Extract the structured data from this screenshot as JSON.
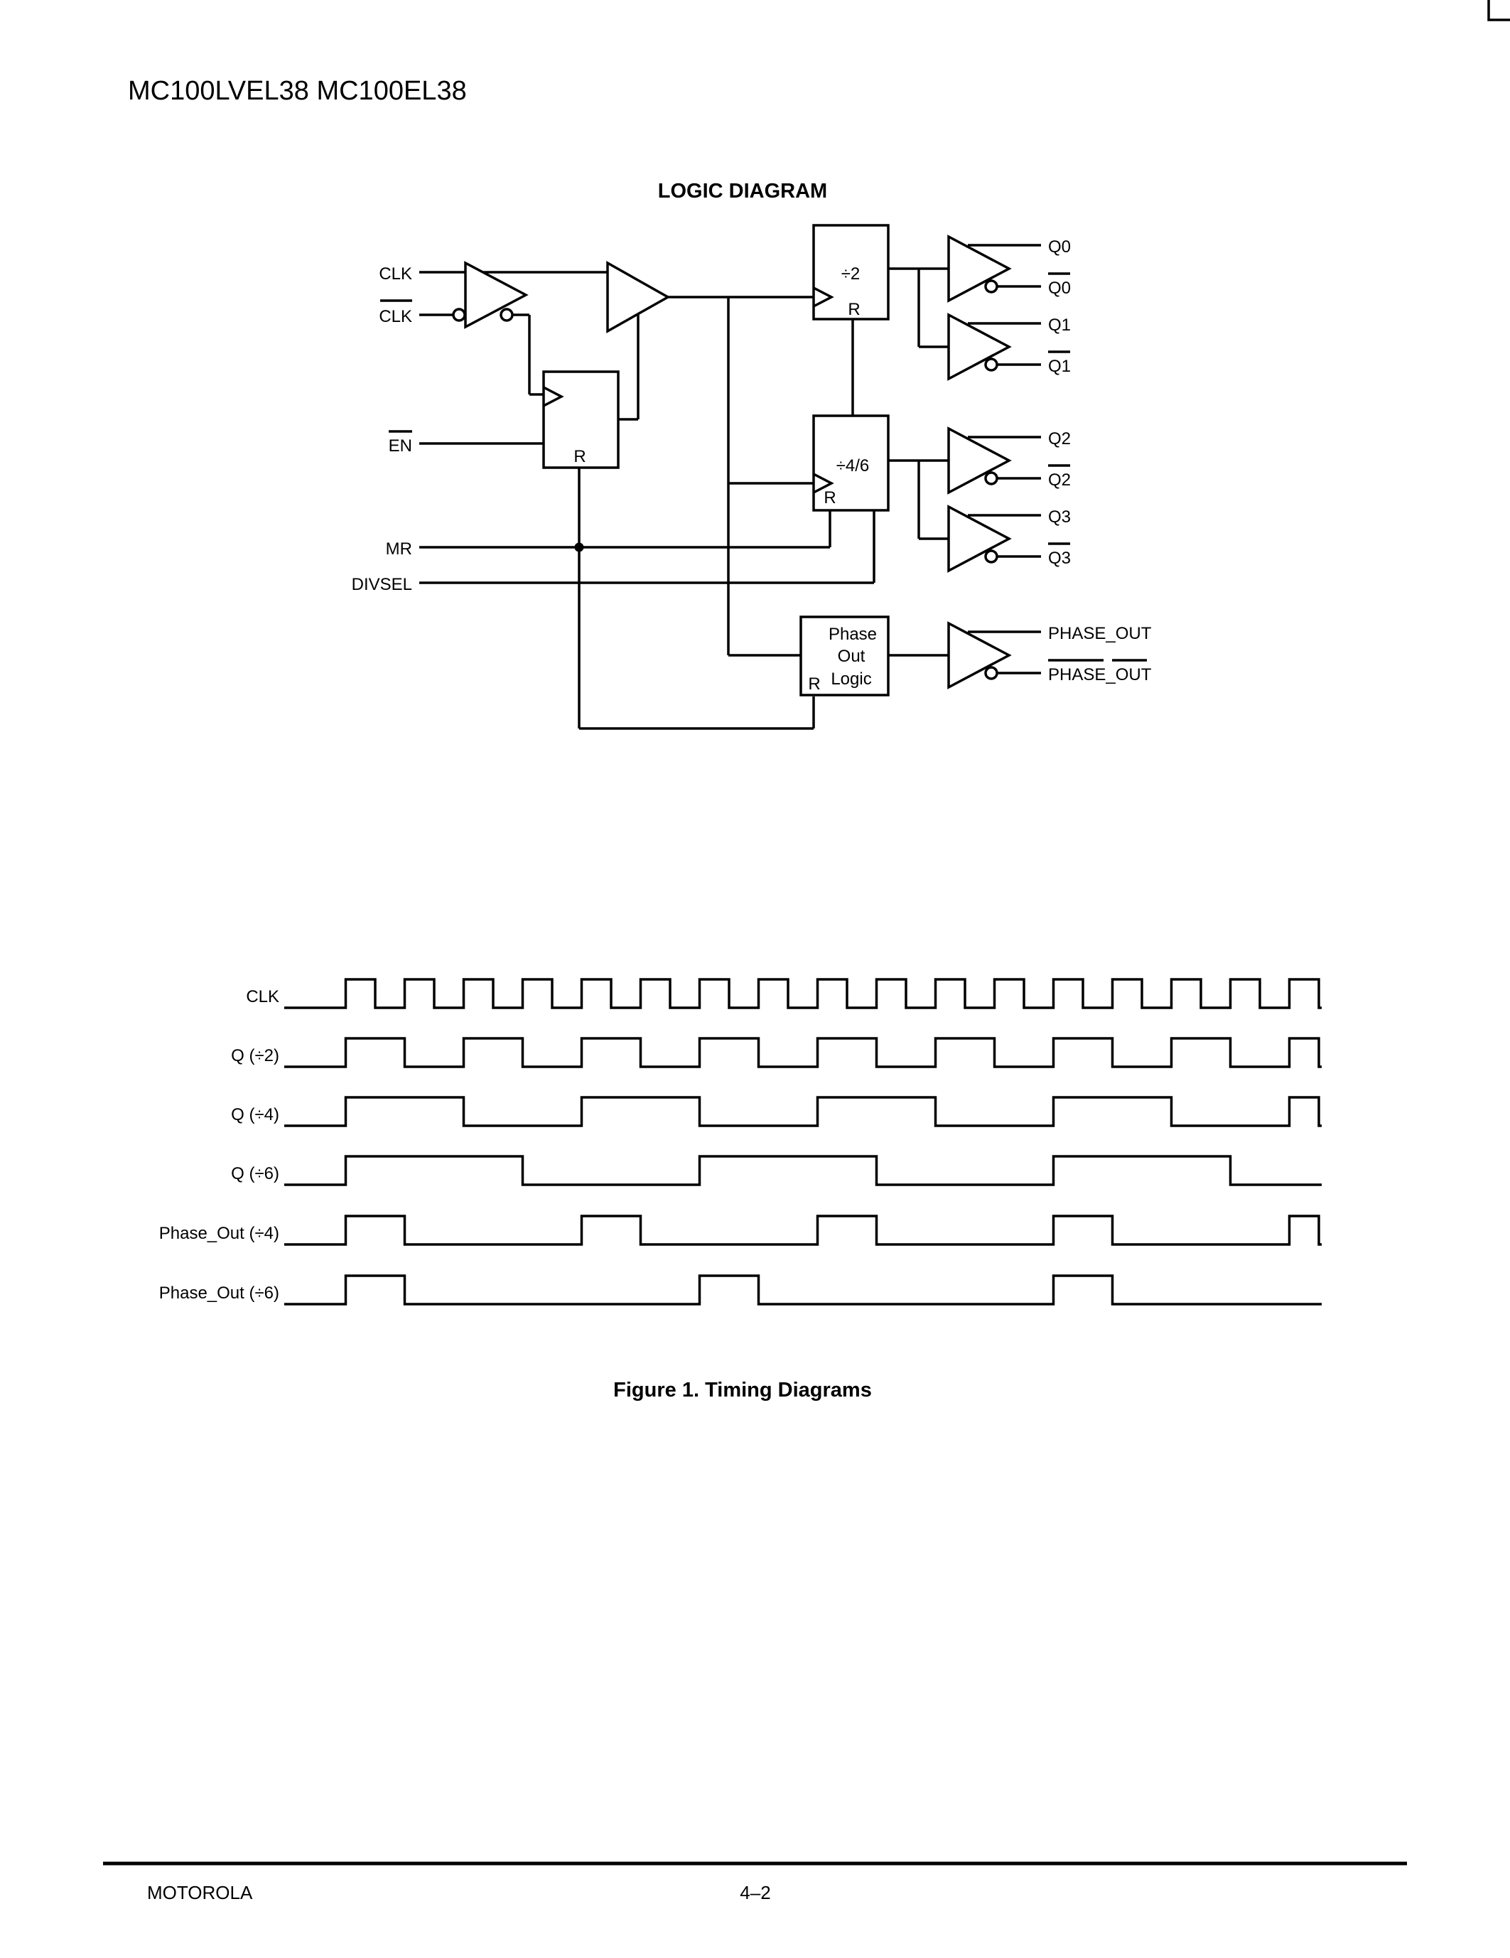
{
  "header": {
    "part_numbers": "MC100LVEL38 MC100EL38"
  },
  "logic_diagram": {
    "title": "LOGIC DIAGRAM",
    "inputs": {
      "clk": "CLK",
      "clk_bar": "CLK",
      "en_bar": "EN",
      "mr": "MR",
      "divsel": "DIVSEL"
    },
    "blocks": {
      "div2": "÷2",
      "div46": "÷4/6",
      "reset": "R",
      "phase_line1": "Phase",
      "phase_line2": "Out",
      "phase_line3": "Logic"
    },
    "outputs": {
      "q0": "Q0",
      "q0_bar": "Q0",
      "q1": "Q1",
      "q1_bar": "Q1",
      "q2": "Q2",
      "q2_bar": "Q2",
      "q3": "Q3",
      "q3_bar": "Q3",
      "phase_out": "PHASE_OUT",
      "phase_out_bar": "PHASE_OUT"
    }
  },
  "timing": {
    "caption": "Figure 1. Timing Diagrams",
    "signals": [
      {
        "label": "CLK",
        "edges": [
          0.5,
          1,
          1.5,
          2,
          2.5,
          3,
          3.5,
          4,
          4.5,
          5,
          5.5,
          6,
          6.5,
          7,
          7.5,
          8,
          8.5,
          9,
          9.5,
          10,
          10.5,
          11,
          11.5,
          12,
          12.5,
          13,
          13.5,
          14,
          14.5,
          15,
          15.5,
          16,
          16.5,
          17
        ]
      },
      {
        "label": "Q (÷2)",
        "edges": [
          0.5,
          1.5,
          2.5,
          3.5,
          4.5,
          5.5,
          6.5,
          7.5,
          8.5,
          9.5,
          10.5,
          11.5,
          12.5,
          13.5,
          14.5,
          15.5,
          16.5,
          17
        ]
      },
      {
        "label": "Q (÷4)",
        "edges": [
          0.5,
          2.5,
          4.5,
          6.5,
          8.5,
          10.5,
          12.5,
          14.5,
          16.5,
          17
        ]
      },
      {
        "label": "Q (÷6)",
        "edges": [
          0.5,
          3.5,
          6.5,
          9.5,
          12.5,
          15.5
        ]
      },
      {
        "label": "Phase_Out (÷4)",
        "edges": [
          0.5,
          1.5,
          4.5,
          5.5,
          8.5,
          9.5,
          12.5,
          13.5,
          16.5,
          17
        ]
      },
      {
        "label": "Phase_Out (÷6)",
        "edges": [
          0.5,
          1.5,
          6.5,
          7.5,
          12.5,
          13.5
        ]
      }
    ]
  },
  "footer": {
    "brand": "MOTOROLA",
    "page": "4–2"
  }
}
